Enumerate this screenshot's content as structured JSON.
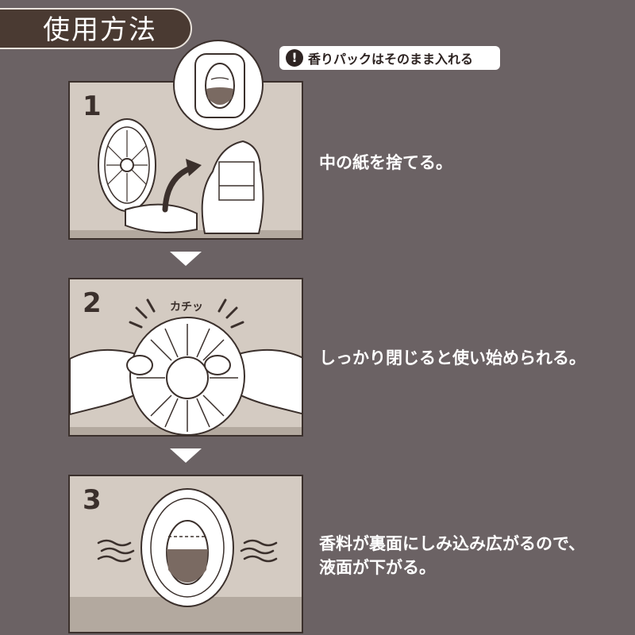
{
  "header": {
    "title": "使用方法"
  },
  "note": {
    "icon": "exclamation-icon",
    "text": "香りパックはそのまま入れる"
  },
  "steps": [
    {
      "number": "1",
      "text": "中の紙を捨てる。"
    },
    {
      "number": "2",
      "sound": "カチッ",
      "text": "しっかり閉じると使い始められる。"
    },
    {
      "number": "3",
      "text_line1": "香料が裏面にしみ込み広がるので、",
      "text_line2": "液面が下がる。"
    }
  ],
  "colors": {
    "background": "#6b6264",
    "panel": "#d4cbc2",
    "dark": "#3b302c",
    "title_bg": "#4a3a32"
  }
}
